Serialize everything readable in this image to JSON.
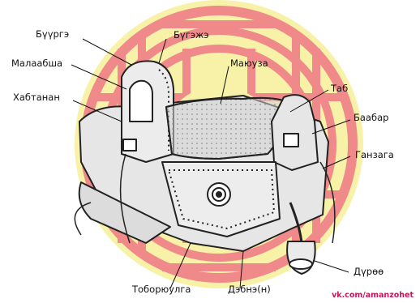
{
  "diagram": {
    "labels": {
      "buurge": "Бүүргэ",
      "bugazh": "Бүгэжэ",
      "malaabsha": "Малаабша",
      "mayuuza": "Маюуза",
      "khabtanan": "Хабтанан",
      "tab": "Таб",
      "baabar": "Баабар",
      "ganzaga": "Ганзага",
      "durve": "Дүрөө",
      "toboryuulga": "Тоборюулга",
      "debnekh": "Дэбнэ(н)"
    },
    "credit": "vk.com/amanzohet"
  },
  "colors": {
    "ring_yellow": "#f7f2a8",
    "ring_red": "#f08a8a",
    "saddle_fill": "#e6e6e6",
    "leather_seat": "#d2d2d2",
    "outline": "#222222",
    "credit": "#c2185b"
  }
}
